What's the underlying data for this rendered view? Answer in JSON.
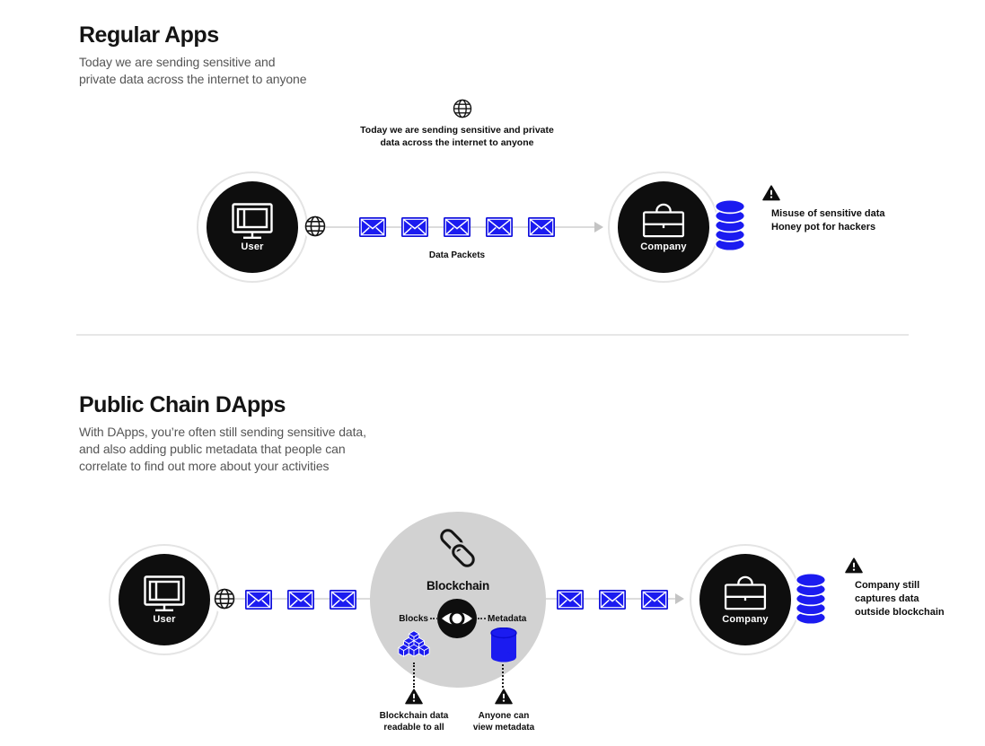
{
  "colors": {
    "accent_blue": "#1b1bf0",
    "envelope_edge_blue": "#0f0fd6",
    "node_black": "#0e0e0e",
    "blockchain_circle_gray": "#d2d2d2",
    "line_gray": "#dcdcdc",
    "text_dark": "#141414",
    "text_gray": "#555555"
  },
  "regular_apps": {
    "title": "Regular Apps",
    "subtitle": [
      "Today we are sending sensitive and",
      "private data across the internet to anyone"
    ],
    "internet_caption": [
      "Today we are sending sensitive and private",
      "data across the internet to anyone"
    ],
    "user_label": "User",
    "company_label": "Company",
    "packets_label": "Data Packets",
    "packet_count": 5,
    "warning": [
      "Misuse of sensitive data",
      "Honey pot for hackers"
    ]
  },
  "public_chain_dapps": {
    "title": "Public Chain DApps",
    "subtitle": [
      "With DApps, you’re often still sending sensitive data,",
      "and also adding public metadata that people can",
      "correlate to find out more about your activities"
    ],
    "user_label": "User",
    "company_label": "Company",
    "blockchain_label": "Blockchain",
    "blocks_label": "Blocks",
    "metadata_label": "Metadata",
    "packets_user_to_chain": 3,
    "packets_chain_to_company": 3,
    "warning_blocks": [
      "Blockchain data",
      "readable to all"
    ],
    "warning_metadata": [
      "Anyone can",
      "view metadata"
    ],
    "warning_company": [
      "Company still",
      "captures data",
      "outside blockchain"
    ]
  }
}
